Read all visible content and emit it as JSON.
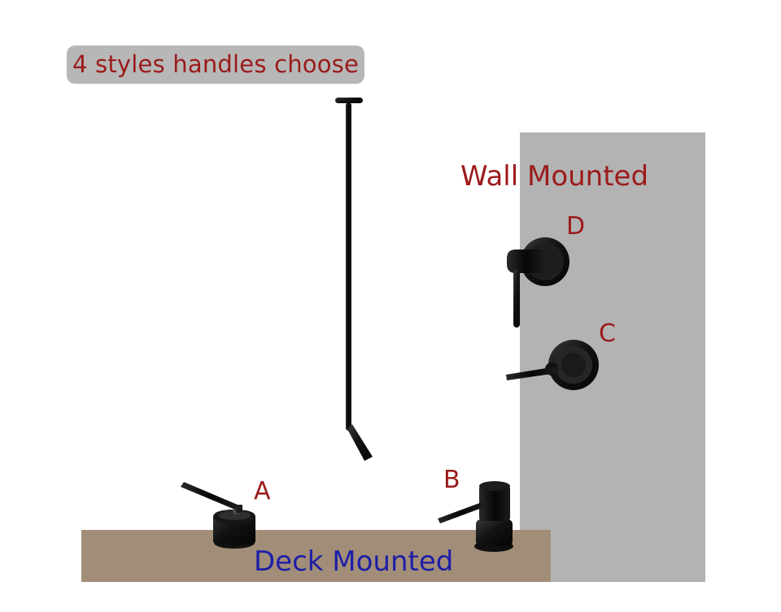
{
  "header": {
    "title": "4 styles handles choose"
  },
  "labels": {
    "wall_mounted": "Wall Mounted",
    "deck_mounted": "Deck Mounted",
    "a": "A",
    "b": "B",
    "c": "C",
    "d": "D"
  },
  "colors": {
    "wall": "#b3b3b3",
    "deck": "#a28e78",
    "title_pill": "#b7b7b7",
    "red_text": "#9b1b1b",
    "blue_text": "#1d1ea7",
    "fixture": "#121212"
  },
  "icons": {
    "spout": "spout-icon",
    "handle_a": "deck-handle-a-icon",
    "handle_b": "deck-handle-b-icon",
    "handle_c": "wall-handle-c-icon",
    "handle_d": "wall-handle-d-icon"
  }
}
